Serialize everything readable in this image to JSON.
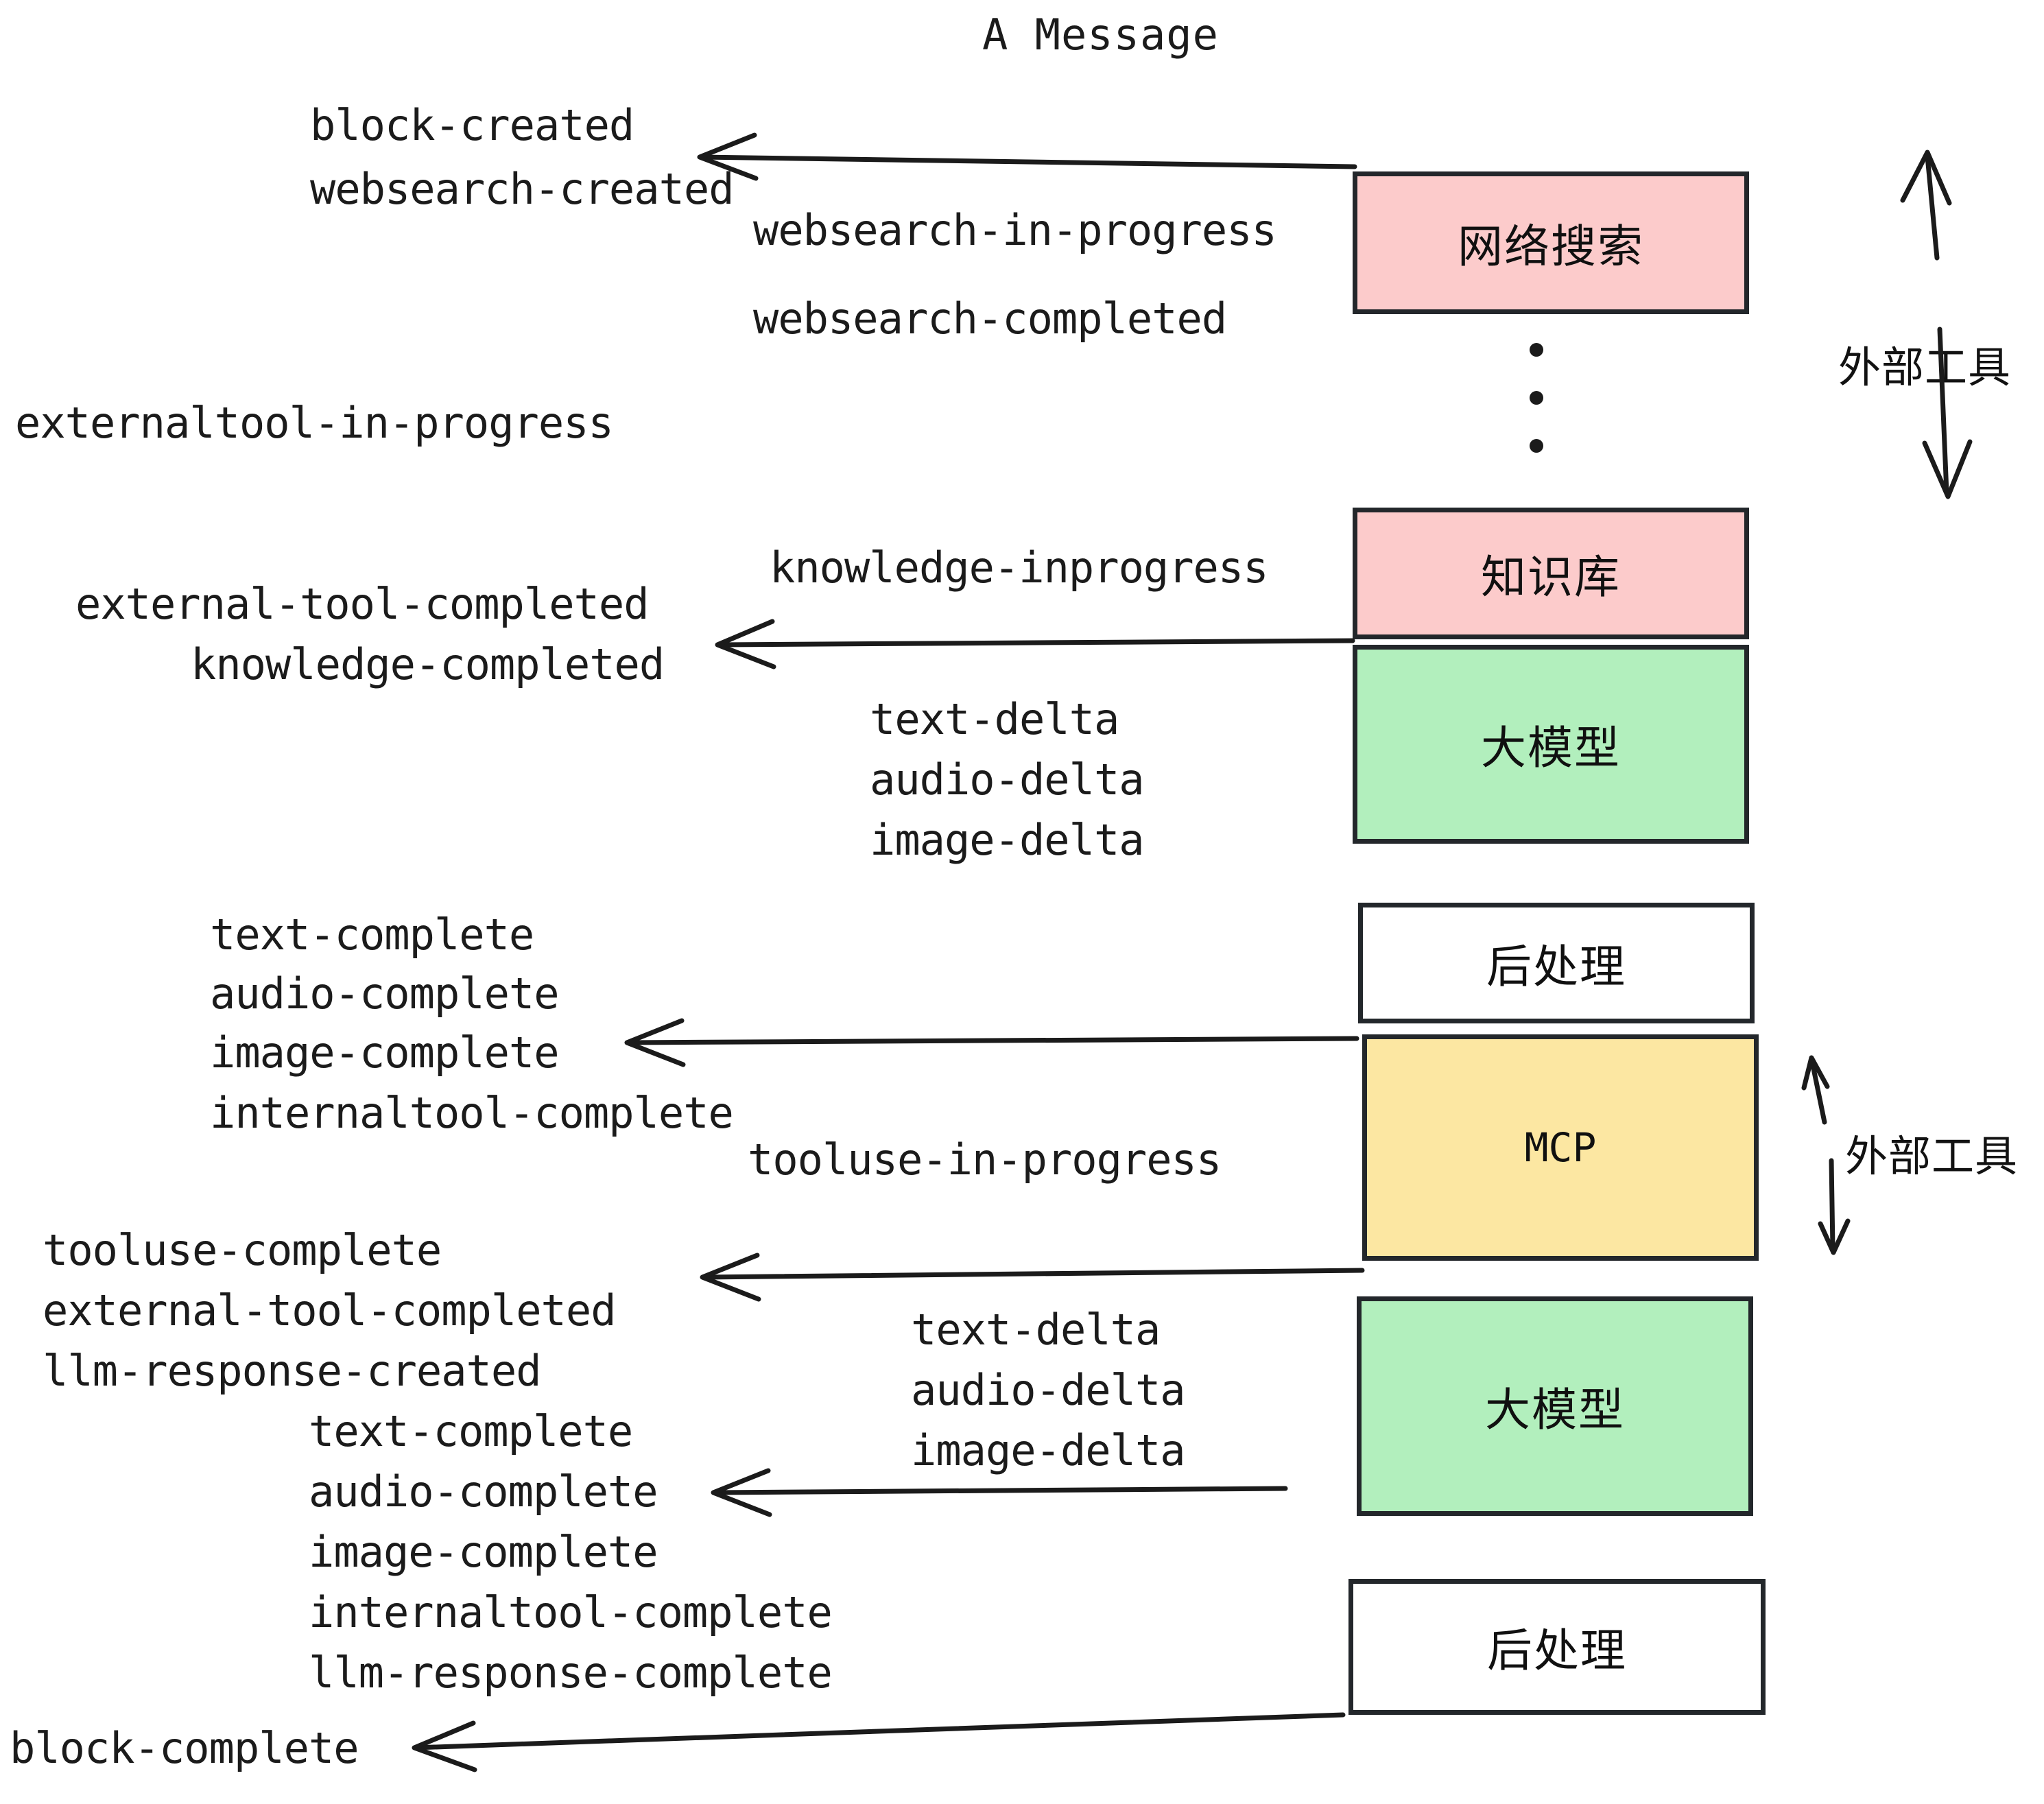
{
  "title": "A Message",
  "colors": {
    "pink": "#FCCBCB",
    "green": "#B2EFBD",
    "yellow": "#FCE7A2",
    "white": "#FFFFFF",
    "stroke": "#23272B",
    "text": "#1B1B1B"
  },
  "boxes": [
    {
      "id": "websearch",
      "label": "网络搜索",
      "fill": "#FCCBCB"
    },
    {
      "id": "knowledge",
      "label": "知识库",
      "fill": "#FCCBCB"
    },
    {
      "id": "llm-1",
      "label": "大模型",
      "fill": "#B2EFBD"
    },
    {
      "id": "postprocess-1",
      "label": "后处理",
      "fill": "#FFFFFF"
    },
    {
      "id": "mcp",
      "label": "MCP",
      "fill": "#FCE7A2"
    },
    {
      "id": "llm-2",
      "label": "大模型",
      "fill": "#B2EFBD"
    },
    {
      "id": "postprocess-2",
      "label": "后处理",
      "fill": "#FFFFFF"
    }
  ],
  "side_labels": [
    {
      "id": "external-tool-top",
      "label": "外部工具"
    },
    {
      "id": "external-tool-bottom",
      "label": "外部工具"
    }
  ],
  "events": [
    {
      "id": "block-created",
      "label": "block-created"
    },
    {
      "id": "websearch-created",
      "label": "websearch-created"
    },
    {
      "id": "websearch-in-progress",
      "label": "websearch-in-progress"
    },
    {
      "id": "websearch-completed",
      "label": "websearch-completed"
    },
    {
      "id": "externaltool-in-progress",
      "label": "externaltool-in-progress"
    },
    {
      "id": "knowledge-inprogress",
      "label": "knowledge-inprogress"
    },
    {
      "id": "external-tool-completed-1",
      "label": "external-tool-completed"
    },
    {
      "id": "knowledge-completed",
      "label": "knowledge-completed"
    },
    {
      "id": "text-delta-1",
      "label": "text-delta"
    },
    {
      "id": "audio-delta-1",
      "label": "audio-delta"
    },
    {
      "id": "image-delta-1",
      "label": "image-delta"
    },
    {
      "id": "text-complete-1",
      "label": "text-complete"
    },
    {
      "id": "audio-complete-1",
      "label": "audio-complete"
    },
    {
      "id": "image-complete-1",
      "label": "image-complete"
    },
    {
      "id": "internaltool-complete-1",
      "label": "internaltool-complete"
    },
    {
      "id": "tooluse-in-progress",
      "label": "tooluse-in-progress"
    },
    {
      "id": "tooluse-complete",
      "label": "tooluse-complete"
    },
    {
      "id": "external-tool-completed-2",
      "label": "external-tool-completed"
    },
    {
      "id": "llm-response-created",
      "label": "llm-response-created"
    },
    {
      "id": "text-delta-2",
      "label": "text-delta"
    },
    {
      "id": "audio-delta-2",
      "label": "audio-delta"
    },
    {
      "id": "image-delta-2",
      "label": "image-delta"
    },
    {
      "id": "text-complete-2",
      "label": "text-complete"
    },
    {
      "id": "audio-complete-2",
      "label": "audio-complete"
    },
    {
      "id": "image-complete-2",
      "label": "image-complete"
    },
    {
      "id": "internaltool-complete-2",
      "label": "internaltool-complete"
    },
    {
      "id": "llm-response-complete",
      "label": "llm-response-complete"
    },
    {
      "id": "block-complete",
      "label": "block-complete"
    }
  ]
}
